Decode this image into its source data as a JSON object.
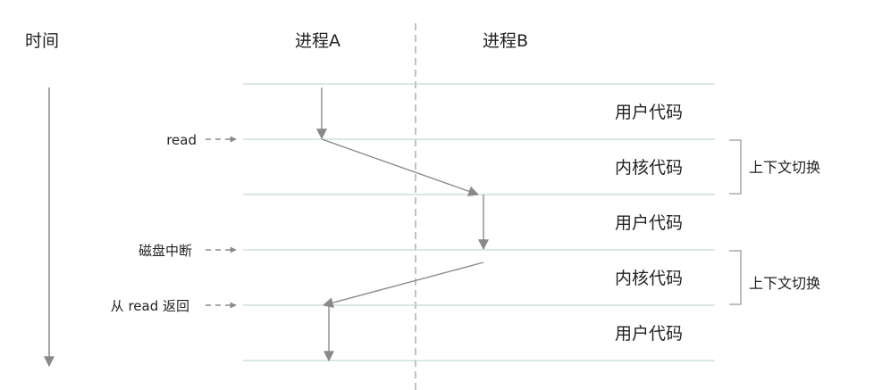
{
  "time_label": "时间",
  "process_a": "进程A",
  "process_b": "进程B",
  "rows": [
    "用户代码",
    "内核代码",
    "用户代码",
    "内核代码",
    "用户代码"
  ],
  "events": [
    "read",
    "磁盘中断",
    "从 read 返回"
  ],
  "context_switch": [
    "上下文切换",
    "上下文切换"
  ],
  "colors": {
    "text": "#222222",
    "hline": "#c5d8dc",
    "arrow": "#8a8a8a",
    "bracket": "#9a9a9a",
    "divider": "#9a9a9a",
    "time_axis": "#8a8a8a"
  }
}
